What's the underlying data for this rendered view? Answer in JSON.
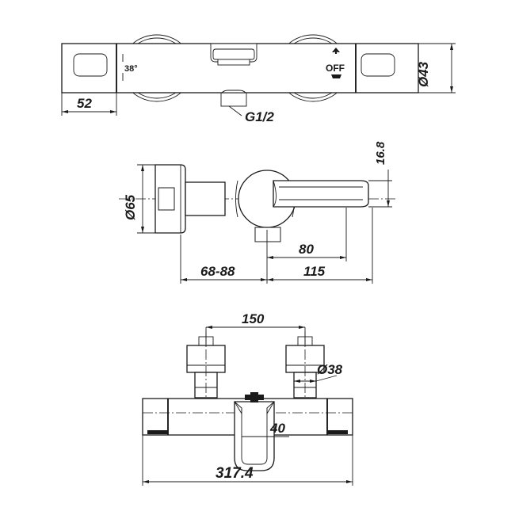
{
  "drawing": {
    "title": "Wall-mounted thermostatic bath shower mixer — dimensioned technical drawing",
    "units": "mm",
    "line_color": "#1a1a1a",
    "background": "#ffffff"
  },
  "views": {
    "top": {
      "name": "front-elevation-view",
      "labels": {
        "angle": "38°",
        "left_width": "52",
        "inlet_thread": "G1/2",
        "body_diameter": "Ø43",
        "off_marker": "OFF"
      }
    },
    "middle": {
      "name": "side-section-view",
      "labels": {
        "flange_diameter": "Ø65",
        "lever_thickness": "16.8",
        "projection_short": "80",
        "wall_range": "68-88",
        "projection_long": "115"
      }
    },
    "bottom": {
      "name": "plan-view",
      "labels": {
        "inlet_centres": "150",
        "inlet_diameter": "Ø38",
        "spout_width": "40",
        "overall_length": "317.4"
      }
    }
  },
  "dimension_list": [
    {
      "id": "angle",
      "value": "38°",
      "view": "top"
    },
    {
      "id": "left-width",
      "value": "52",
      "view": "top"
    },
    {
      "id": "thread",
      "value": "G1/2",
      "view": "top"
    },
    {
      "id": "body-dia",
      "value": "Ø43",
      "view": "top"
    },
    {
      "id": "flange-dia",
      "value": "Ø65",
      "view": "middle"
    },
    {
      "id": "lever-thickness",
      "value": "16.8",
      "view": "middle"
    },
    {
      "id": "proj-80",
      "value": "80",
      "view": "middle"
    },
    {
      "id": "wall-thickness",
      "value": "68-88",
      "view": "middle"
    },
    {
      "id": "proj-115",
      "value": "115",
      "view": "middle"
    },
    {
      "id": "centres",
      "value": "150",
      "view": "bottom"
    },
    {
      "id": "inlet-dia",
      "value": "Ø38",
      "view": "bottom"
    },
    {
      "id": "spout-width",
      "value": "40",
      "view": "bottom"
    },
    {
      "id": "overall",
      "value": "317.4",
      "view": "bottom"
    }
  ]
}
